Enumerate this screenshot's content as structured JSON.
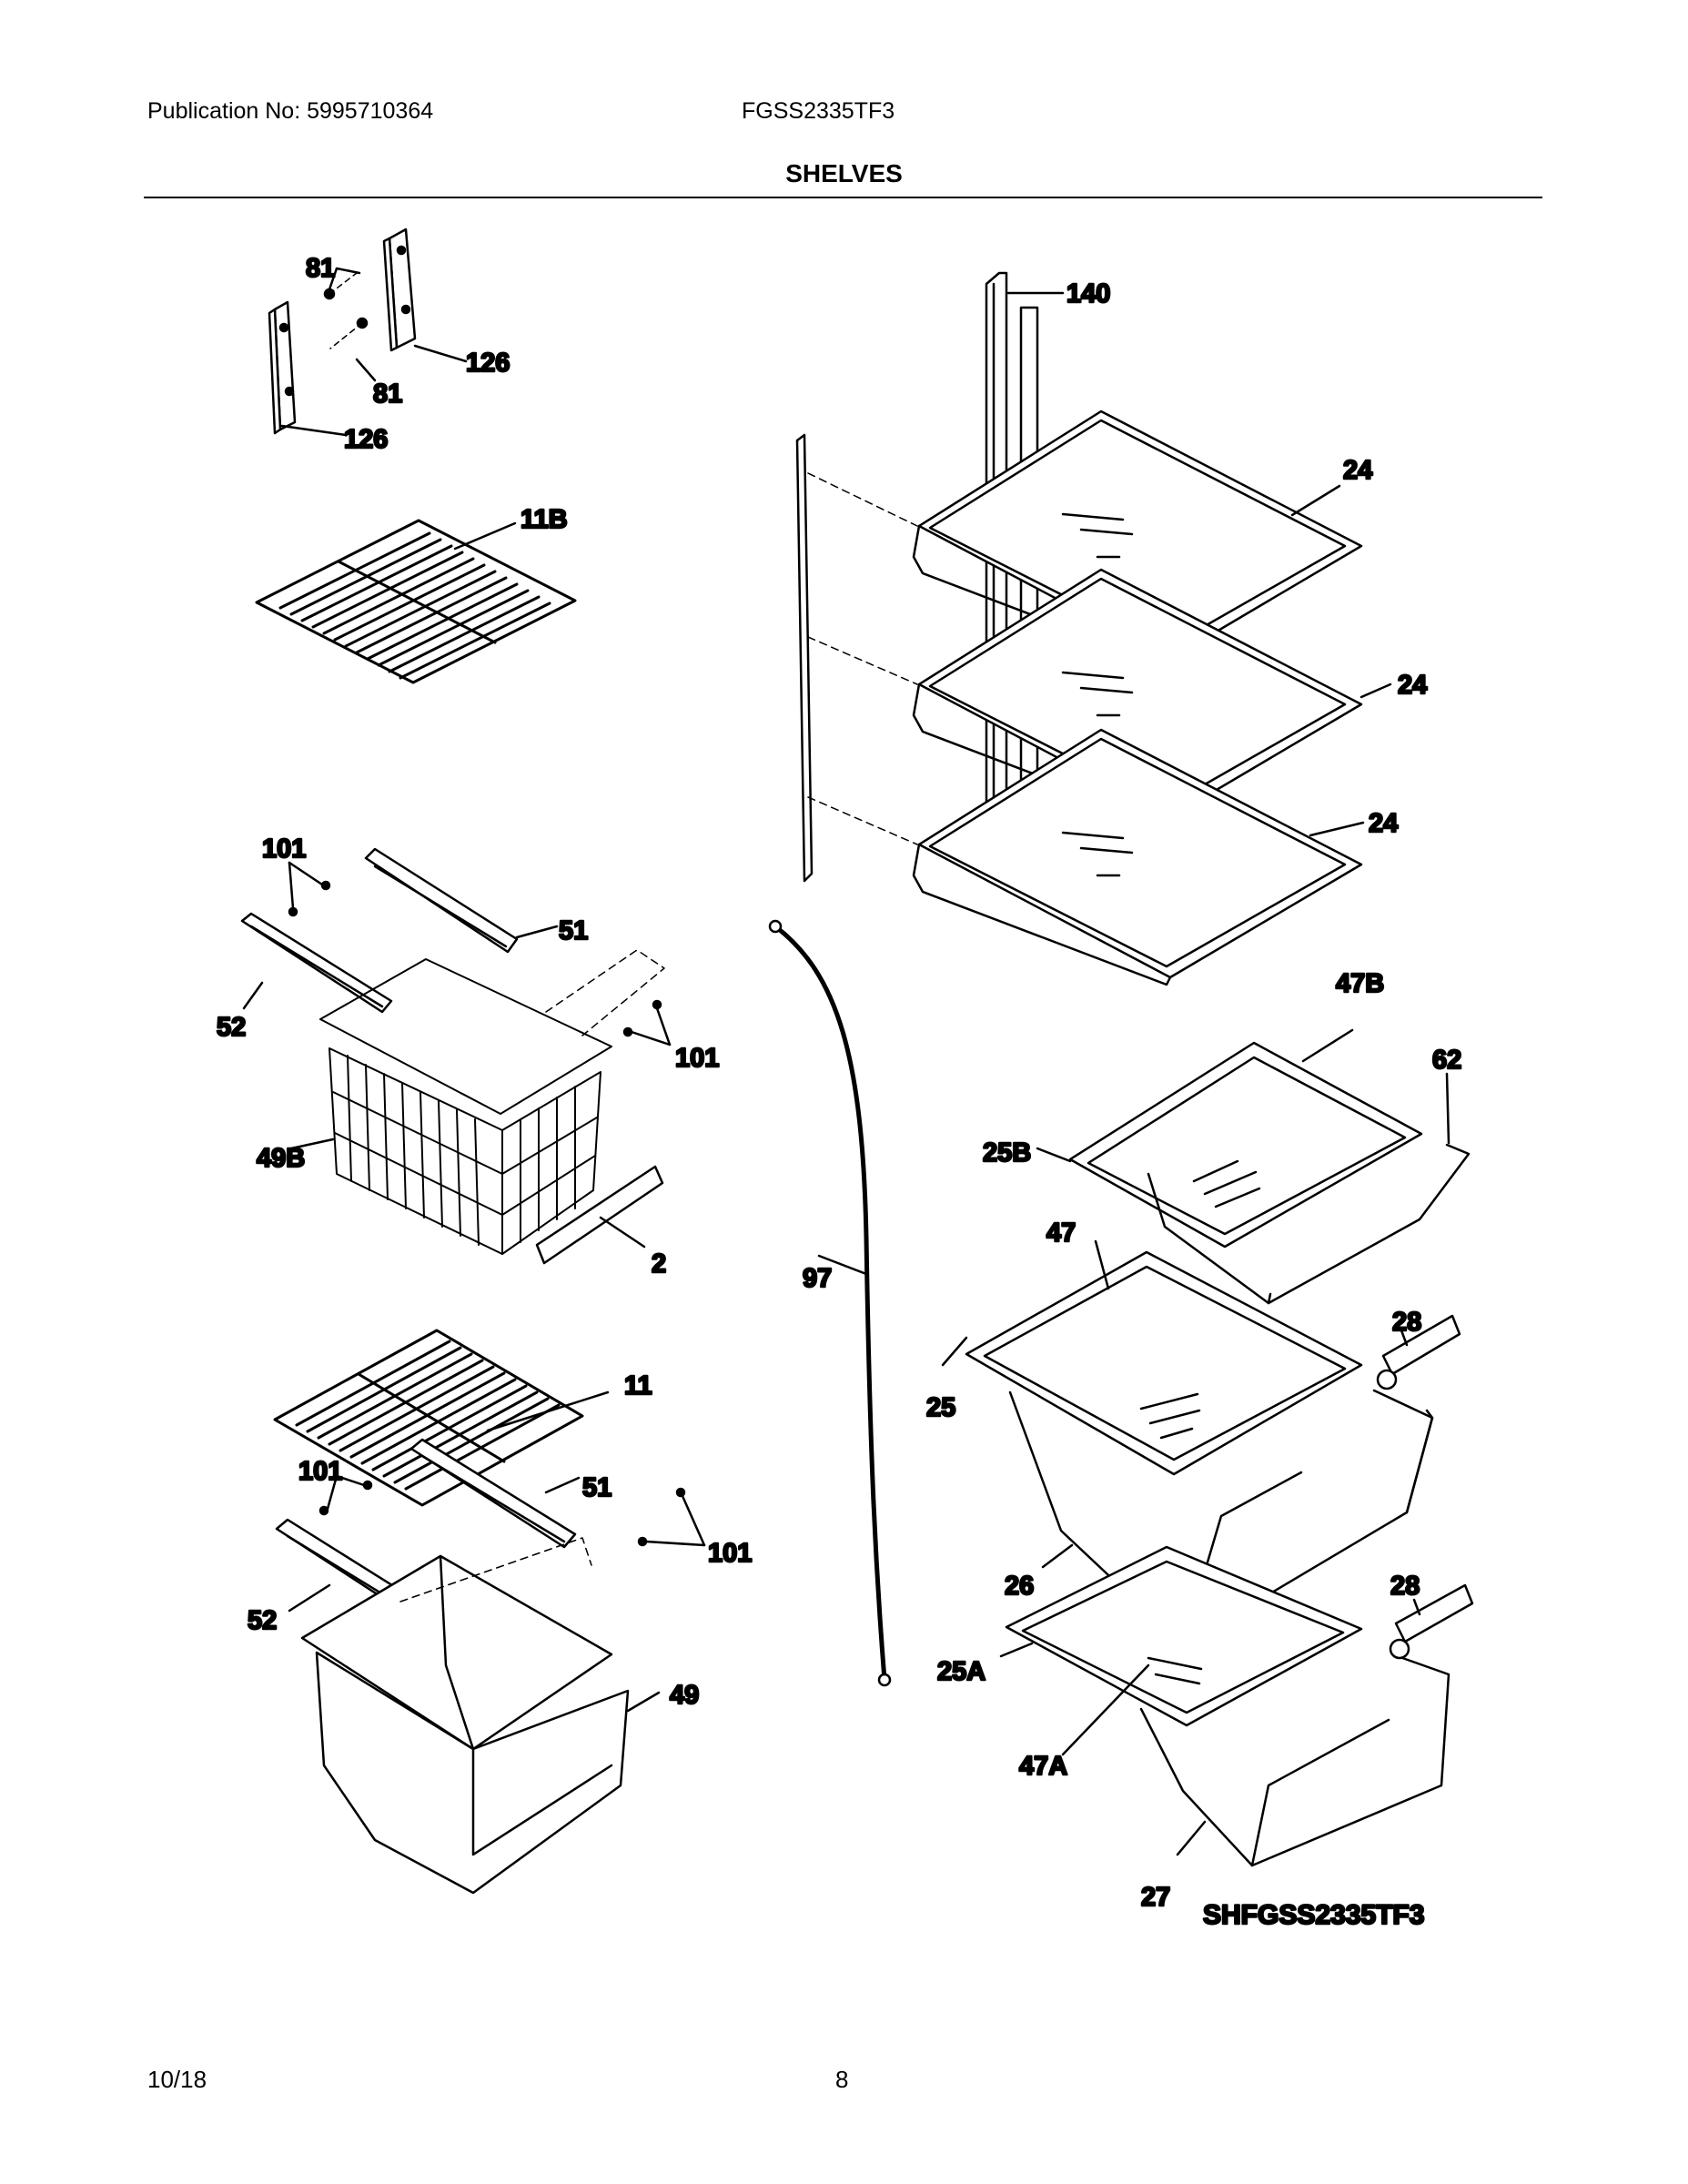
{
  "header": {
    "publication": "Publication No: 5995710364",
    "model": "FGSS2335TF3",
    "section_title": "SHELVES"
  },
  "parts": {
    "p81a": "81",
    "p126a": "126",
    "p81b": "81",
    "p126b": "126",
    "p11B": "11B",
    "p101a": "101",
    "p51a": "51",
    "p52a": "52",
    "p101b": "101",
    "p49B": "49B",
    "p2": "2",
    "p11": "11",
    "p101c": "101",
    "p51b": "51",
    "p101d": "101",
    "p52b": "52",
    "p49": "49",
    "p97": "97",
    "p140": "140",
    "p24a": "24",
    "p24b": "24",
    "p24c": "24",
    "p47B": "47B",
    "p62": "62",
    "p25B": "25B",
    "p47": "47",
    "p28a": "28",
    "p25": "25",
    "p26": "26",
    "p28b": "28",
    "p25A": "25A",
    "p47A": "47A",
    "p27": "27"
  },
  "diagram_id": "SHFGSS2335TF3",
  "footer": {
    "date": "10/18",
    "page": "8"
  }
}
